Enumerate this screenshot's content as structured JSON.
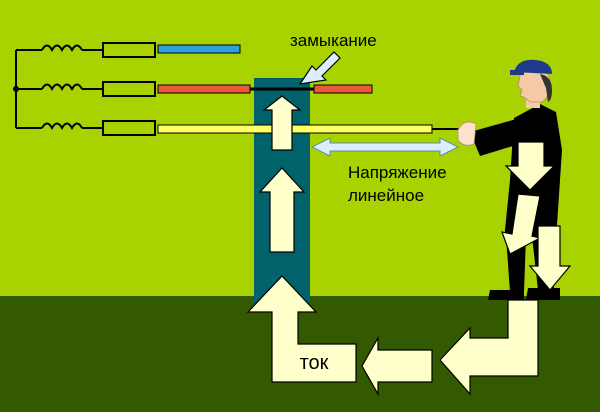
{
  "labels": {
    "short_circuit": "замыкание",
    "voltage_line1": "Напряжение",
    "voltage_line2": "линейное",
    "current": "ток"
  },
  "colors": {
    "background": "#a8d200",
    "ground": "#335a00",
    "pole": "#00626a",
    "phase_a": "#2ea0e0",
    "phase_b": "#e85a3a",
    "phase_c": "#ffff66",
    "arrow_fill": "#ffffcc",
    "voltage_arrow": "#dceeff"
  },
  "icons": [
    "coil-icon",
    "fuse-icon",
    "worker-figure",
    "current-arrow-icon",
    "pointer-arrow-icon"
  ]
}
